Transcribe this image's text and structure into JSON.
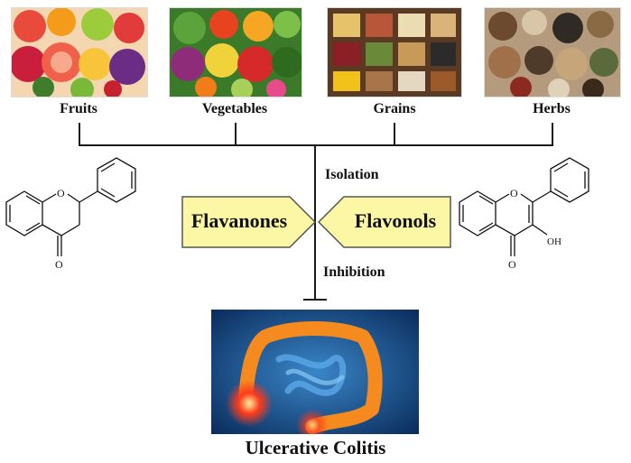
{
  "sources": [
    {
      "label": "Fruits"
    },
    {
      "label": "Vegetables"
    },
    {
      "label": "Grains"
    },
    {
      "label": "Herbs"
    }
  ],
  "arrows": {
    "isolation": "Isolation",
    "inhibition": "Inhibition"
  },
  "compounds": {
    "left": "Flavanones",
    "right": "Flavonols"
  },
  "molecules": {
    "left_atoms": {
      "ring_o": "O",
      "keto_o": "O"
    },
    "right_atoms": {
      "ring_o": "O",
      "keto_o": "O",
      "hydroxyl": "OH"
    }
  },
  "outcome": {
    "title": "Ulcerative Colitis"
  },
  "colors": {
    "badge_fill": "#fbf7a4",
    "badge_stroke": "#555555",
    "line": "#1a1a1a"
  }
}
